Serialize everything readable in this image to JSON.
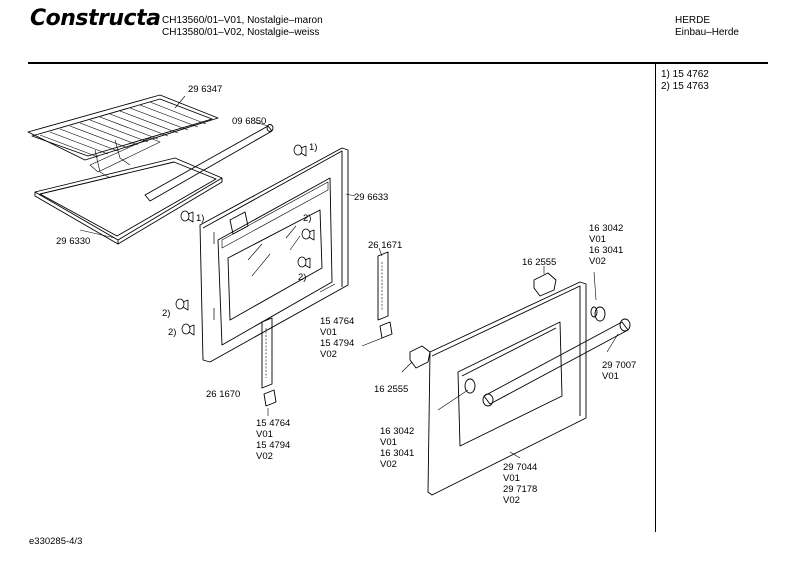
{
  "header": {
    "brand": "Constructa",
    "model_line_1": "CH13560/01–V01, Nostalgie–maron",
    "model_line_2": "CH13580/01–V02, Nostalgie–weiss",
    "category_1": "HERDE",
    "category_2": "Einbau–Herde"
  },
  "footnotes": {
    "note_1": "1)  15 4762",
    "note_2": "2)  15 4763"
  },
  "parts": {
    "p296347": "29 6347",
    "p096850": "09 6850",
    "p296330": "29 6330",
    "p296633": "29 6633",
    "p261671": "26 1671",
    "p261670": "26 1670",
    "p162555_top": "16 2555",
    "p162555_mid": "16 2555",
    "r_163042": [
      "16 3042",
      "V01",
      "16 3041",
      "V02"
    ],
    "mid_163042": [
      "16 3042",
      "V01",
      "16 3041",
      "V02"
    ],
    "r_297007": [
      "29 7007",
      "V01"
    ],
    "mid_154764": [
      "15 4764",
      "V01",
      "15 4794",
      "V02"
    ],
    "bot_154764": [
      "15 4764",
      "V01",
      "15 4794",
      "V02"
    ],
    "bot_297044": [
      "29 7044",
      "V01",
      "29 7178",
      "V02"
    ],
    "ref_1a": "1)",
    "ref_1b": "1)",
    "ref_2a": "2)",
    "ref_2b": "2)",
    "ref_2c": "2)",
    "ref_2d": "2)"
  },
  "footer": {
    "doc_id": "e330285-4/3"
  }
}
